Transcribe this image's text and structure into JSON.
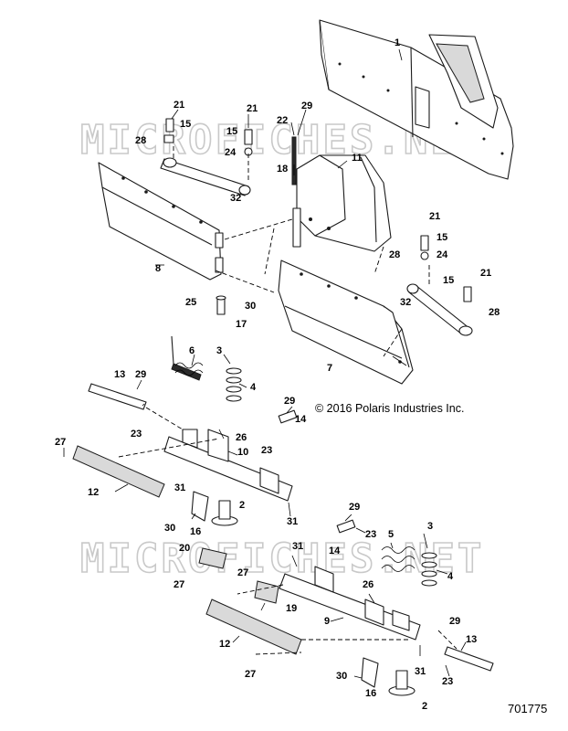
{
  "watermarks": [
    "MICROFICHES.NET",
    "MICROFICHES.NET"
  ],
  "copyright": "© 2016 Polaris Industries Inc.",
  "document_number": "701775",
  "callouts": [
    "1",
    "21",
    "15",
    "28",
    "21",
    "15",
    "24",
    "22",
    "29",
    "18",
    "32",
    "11",
    "8",
    "21",
    "15",
    "24",
    "28",
    "15",
    "21",
    "32",
    "28",
    "25",
    "30",
    "17",
    "7",
    "6",
    "3",
    "4",
    "13",
    "29",
    "23",
    "27",
    "12",
    "31",
    "10",
    "26",
    "29",
    "14",
    "23",
    "2",
    "16",
    "30",
    "31",
    "29",
    "23",
    "14",
    "5",
    "3",
    "4",
    "31",
    "20",
    "27",
    "27",
    "19",
    "26",
    "9",
    "29",
    "13",
    "12",
    "27",
    "30",
    "16",
    "31",
    "23",
    "2"
  ]
}
